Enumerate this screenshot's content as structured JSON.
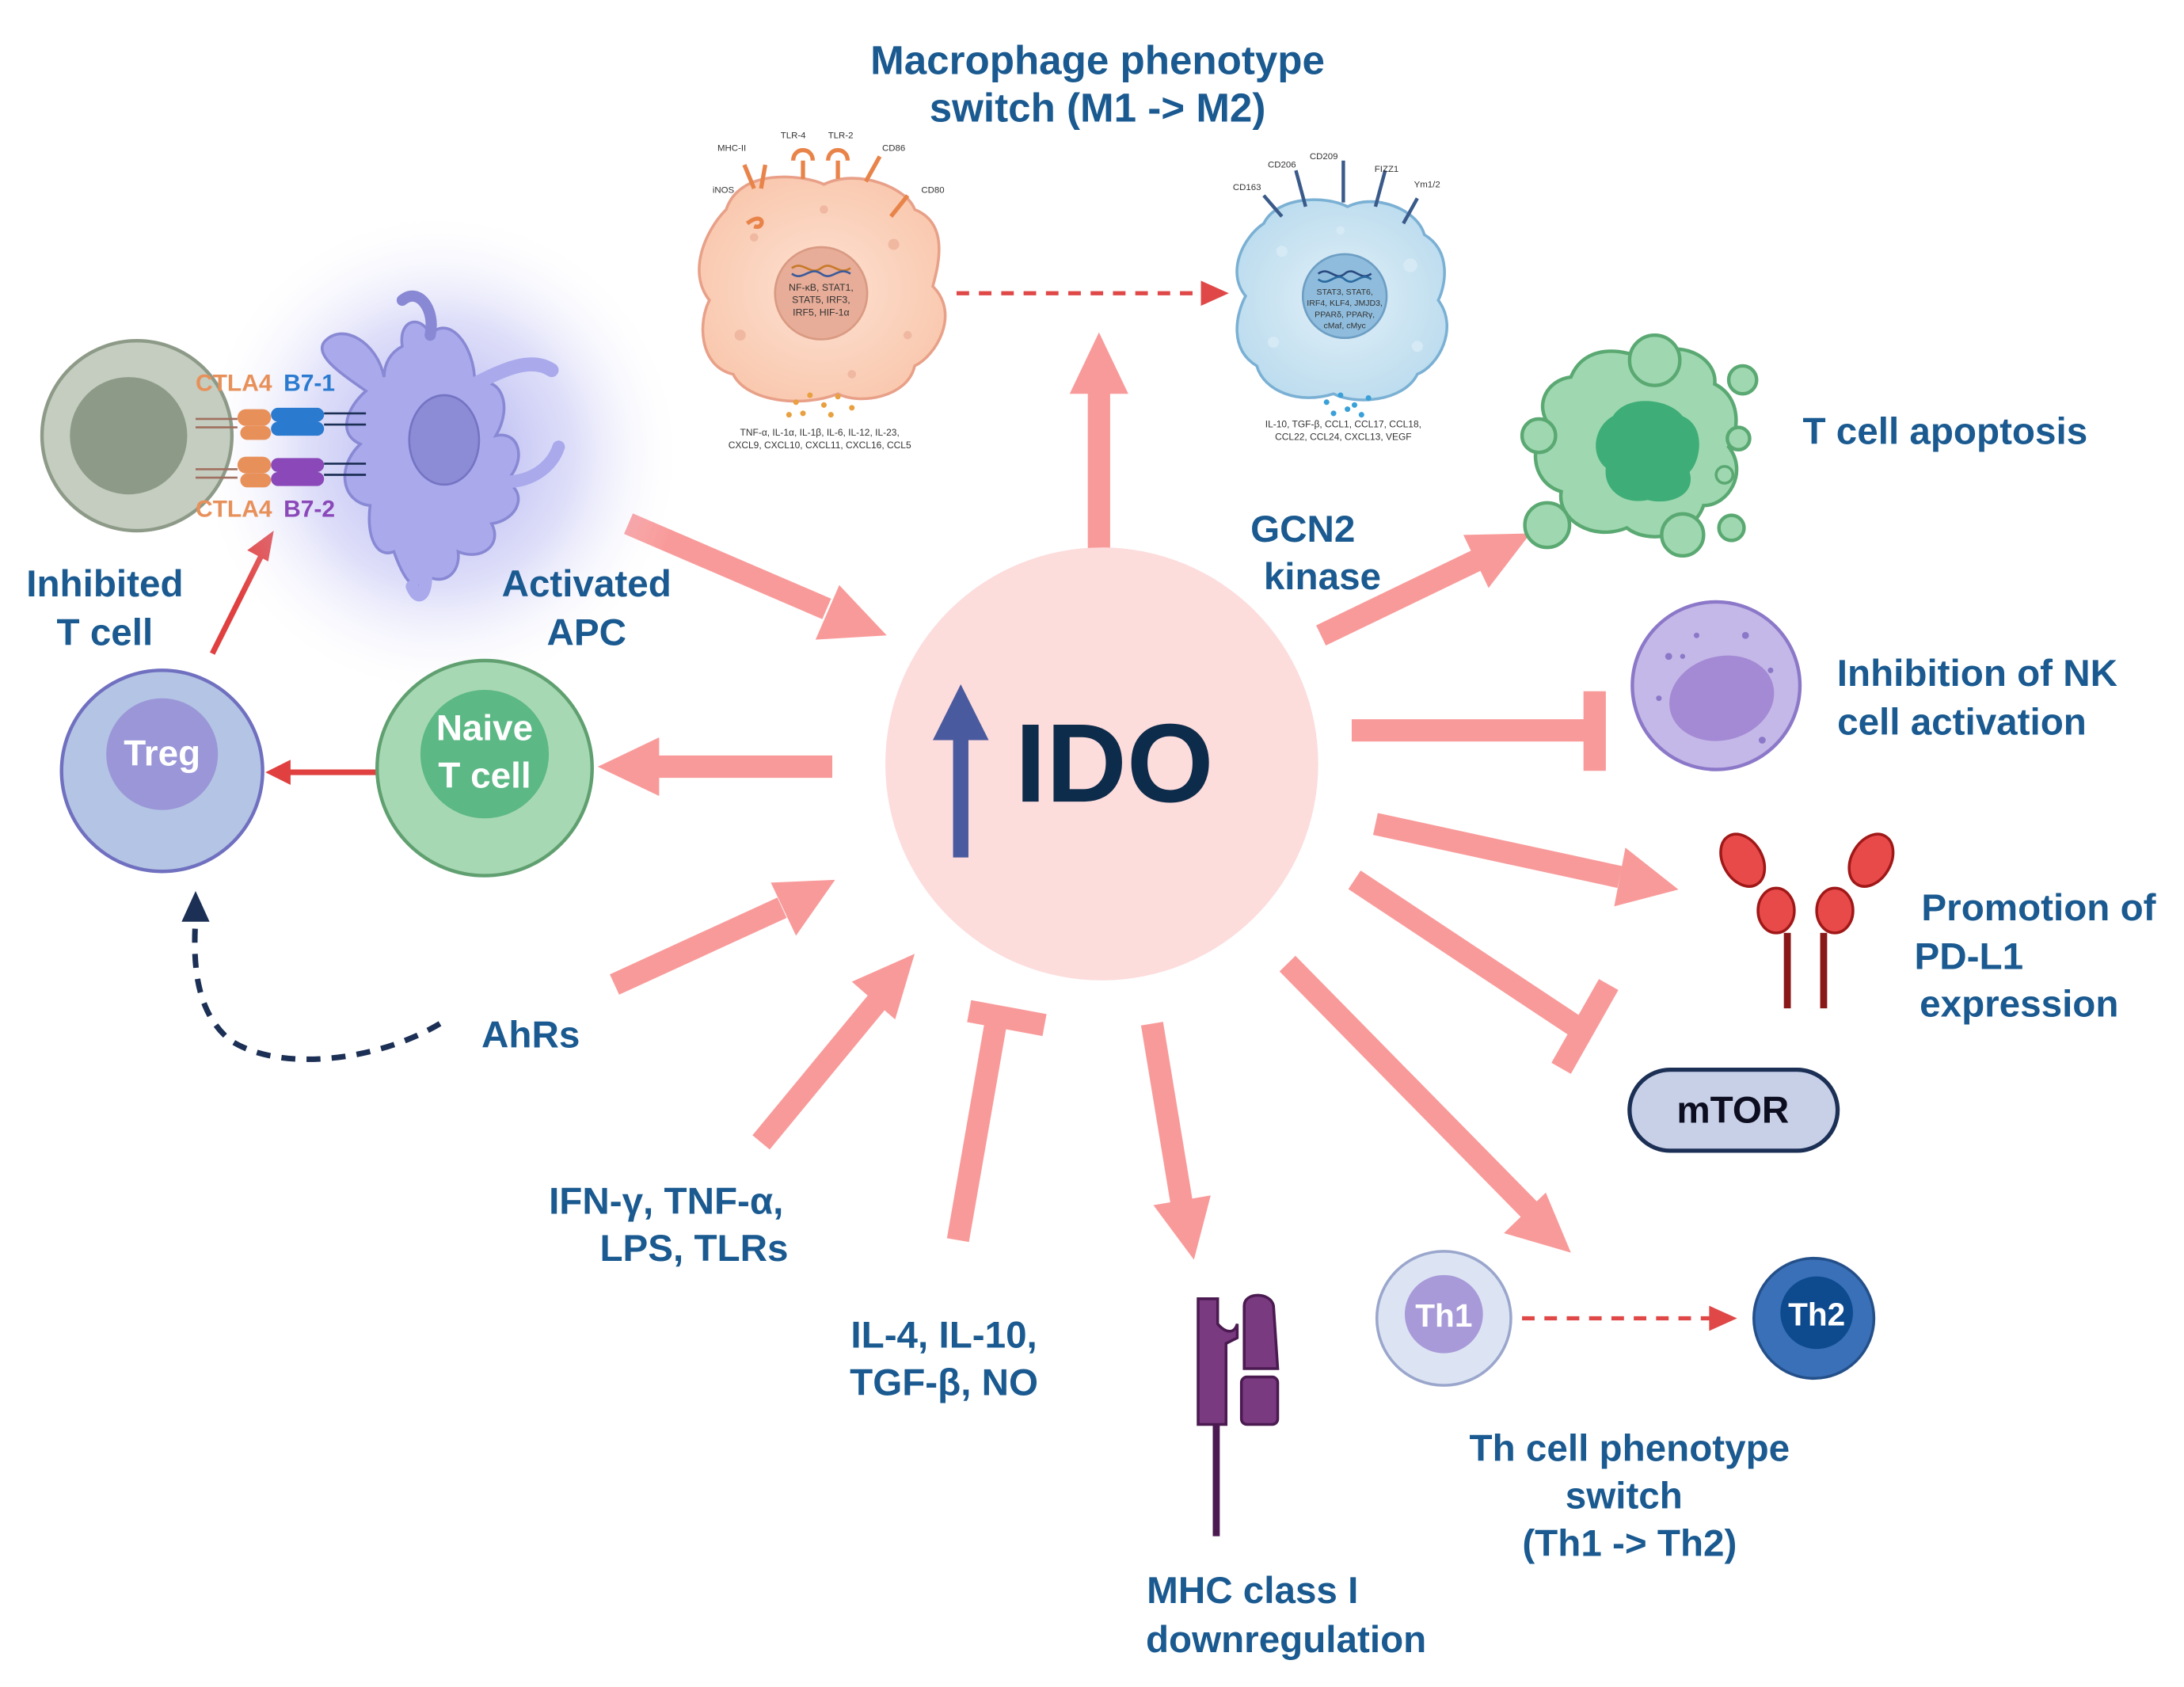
{
  "center": {
    "label": "IDO"
  },
  "macrophage": {
    "title": [
      "Macrophage phenotype",
      "switch (M1 -> M2)"
    ],
    "m1_receptors": [
      "MHC-II",
      "TLR-4",
      "TLR-2",
      "CD86",
      "iNOS",
      "CD80"
    ],
    "m1_nucleus": [
      "NF-κB, STAT1,",
      "STAT5, IRF3,",
      "IRF5, HIF-1α"
    ],
    "m1_cytokines": [
      "TNF-α, IL-1α, IL-1β, IL-6, IL-12, IL-23,",
      "CXCL9, CXCL10, CXCL11, CXCL16, CCL5"
    ],
    "m2_receptors": [
      "CD206",
      "CD209",
      "FIZZ1",
      "CD163",
      "Ym1/2"
    ],
    "m2_nucleus": [
      "STAT3, STAT6,",
      "IRF4, KLF4, JMJD3,",
      "PPARδ, PPARγ,",
      "cMaf, cMyc"
    ],
    "m2_cytokines": [
      "IL-10, TGF-β, CCL1, CCL17, CCL18,",
      "CCL22, CCL24, CXCL13, VEGF"
    ]
  },
  "left": {
    "ctla4_top": "CTLA4",
    "b71": "B7-1",
    "ctla4_bottom": "CTLA4",
    "b72": "B7-2",
    "inhibited_t_cell": [
      "Inhibited",
      "T cell"
    ],
    "activated_apc": [
      "Activated",
      "APC"
    ],
    "treg": "Treg",
    "naive_t_cell": [
      "Naive",
      "T cell"
    ],
    "ahrs": "AhRs"
  },
  "inducers": {
    "ifn": [
      "IFN-γ, TNF-α,",
      "LPS, TLRs"
    ],
    "il4": [
      "IL-4, IL-10,",
      "TGF-β, NO"
    ]
  },
  "right": {
    "gcn2": [
      "GCN2",
      "kinase"
    ],
    "apoptosis": "T cell apoptosis",
    "nk": [
      "Inhibition of NK",
      "cell activation"
    ],
    "pdl1": [
      "Promotion of",
      "PD-L1",
      "expression"
    ],
    "mtor": "mTOR"
  },
  "bottom": {
    "mhc": [
      "MHC class I",
      "downregulation"
    ],
    "th1": "Th1",
    "th2": "Th2",
    "th_switch": [
      "Th cell phenotype",
      "switch",
      "(Th1 -> Th2)"
    ]
  }
}
